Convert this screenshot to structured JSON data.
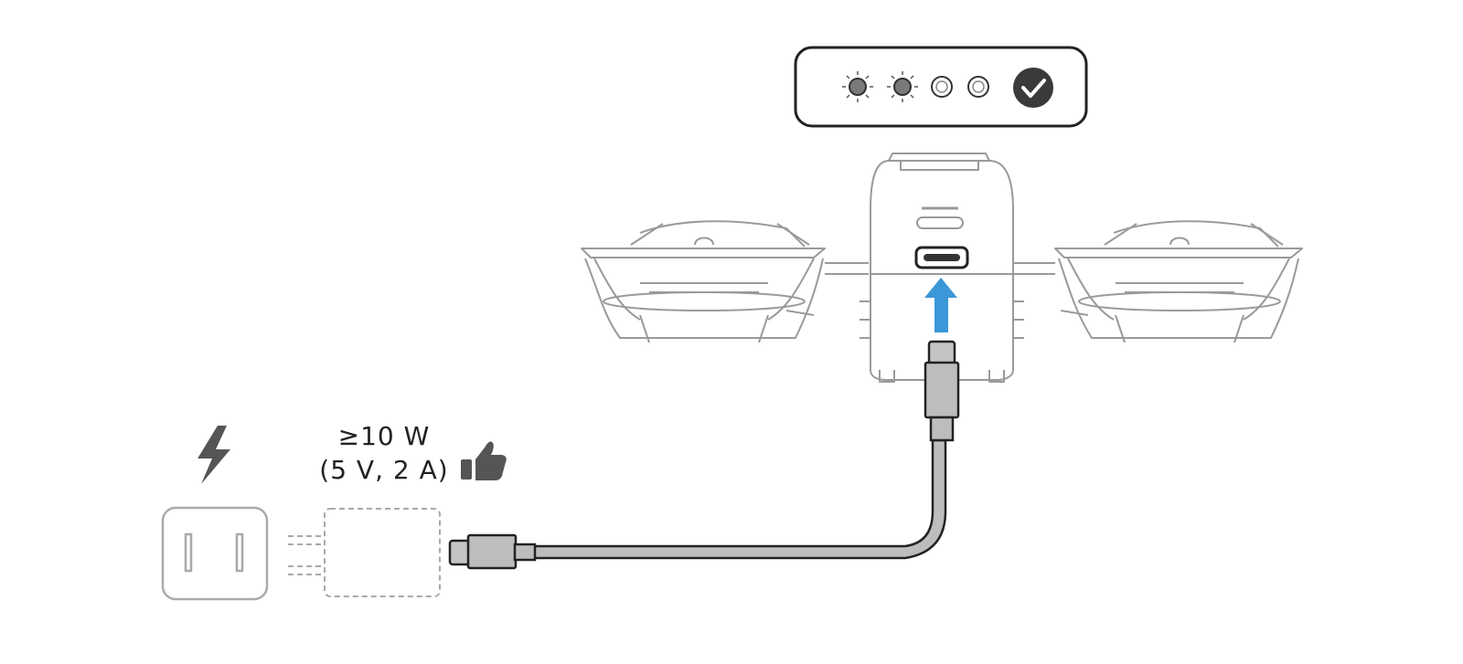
{
  "spec": {
    "power_line": "≥10 W",
    "rating_line": "(5 V, 2 A)"
  },
  "battery_indicator": {
    "leds": [
      "blinking",
      "blinking",
      "off",
      "off"
    ],
    "status": "check"
  },
  "colors": {
    "outline": "#3a3a3a",
    "light_outline": "#b8b8b8",
    "arrow": "#3b97d8",
    "icon_fill": "#555555",
    "dashed_outline": "#aaaaaa",
    "cable_fill": "#bdbdbd"
  },
  "icons": [
    "lightning-icon",
    "thumbs-up-icon",
    "check-icon",
    "wall-outlet-icon"
  ]
}
